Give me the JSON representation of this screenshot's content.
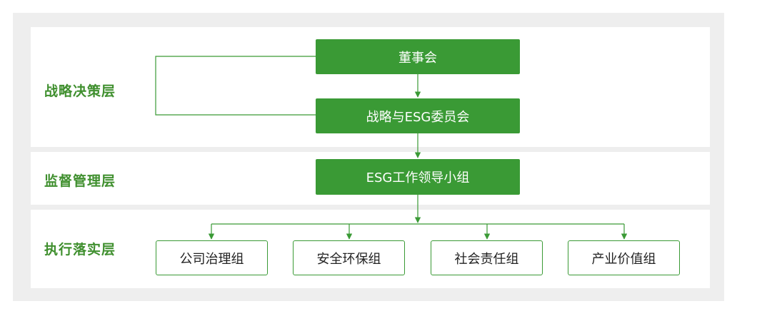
{
  "layers": {
    "strategy": "战略决策层",
    "supervise": "监督管理层",
    "exec": "执行落实层"
  },
  "nodes": {
    "board": "董事会",
    "committee": "战略与ESG委员会",
    "leading_group": "ESG工作领导小组",
    "groups": [
      "公司治理组",
      "安全环保组",
      "社会责任组",
      "产业价值组"
    ]
  },
  "colors": {
    "accent": "#3a9a35",
    "label": "#3f8f2e",
    "frame": "#eeeeee"
  }
}
